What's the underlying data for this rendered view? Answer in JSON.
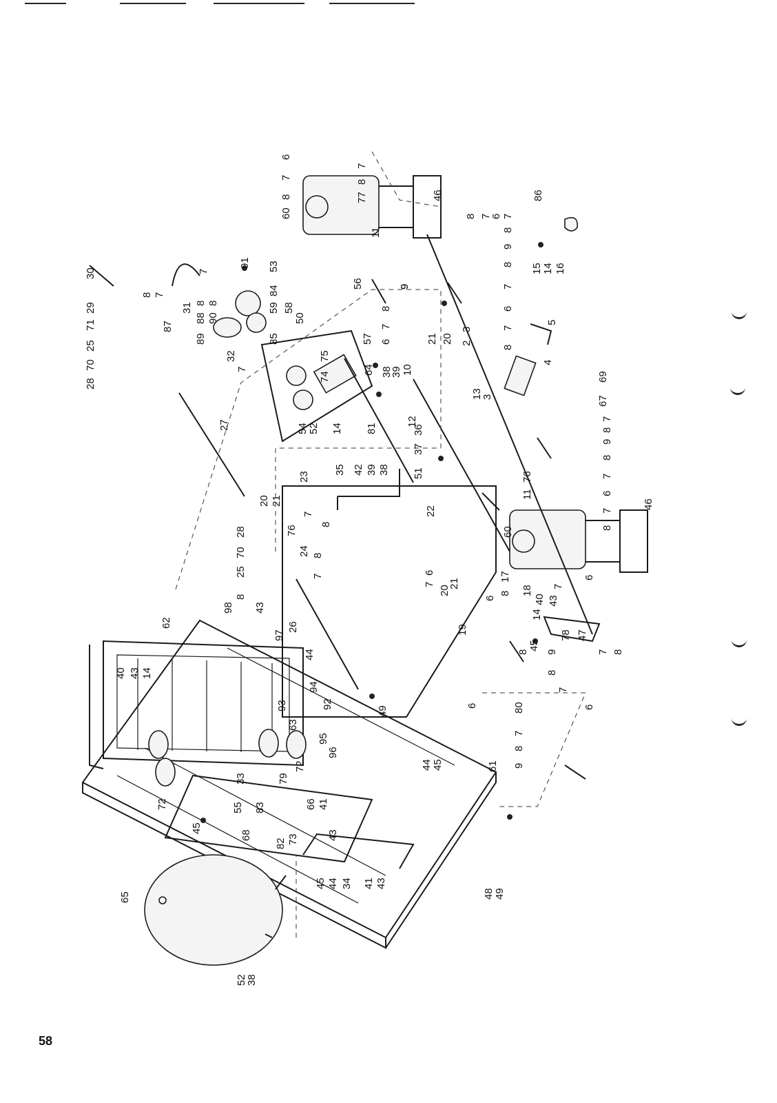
{
  "page": {
    "number": "58"
  },
  "diagram": {
    "labels": [
      "6",
      "7",
      "8",
      "7",
      "8",
      "77",
      "60",
      "46",
      "8",
      "7",
      "6",
      "7",
      "8",
      "9",
      "8",
      "7",
      "6",
      "7",
      "8",
      "3",
      "2",
      "4",
      "5",
      "69",
      "67",
      "7",
      "8",
      "9",
      "8",
      "7",
      "6",
      "7",
      "8",
      "46",
      "60",
      "11",
      "76",
      "9",
      "8",
      "7",
      "6",
      "21",
      "20",
      "10",
      "9",
      "56",
      "57",
      "50",
      "53",
      "84",
      "91",
      "59",
      "58",
      "85",
      "32",
      "89",
      "87",
      "88",
      "8",
      "8",
      "90",
      "31",
      "7",
      "8",
      "7",
      "30",
      "29",
      "71",
      "25",
      "70",
      "28",
      "27",
      "7",
      "75",
      "64",
      "74",
      "54",
      "52",
      "14",
      "81",
      "38",
      "39",
      "12",
      "13",
      "3",
      "36",
      "37",
      "51",
      "35",
      "42",
      "39",
      "38",
      "23",
      "20",
      "21",
      "7",
      "8",
      "76",
      "28",
      "70",
      "25",
      "8",
      "24",
      "8",
      "7",
      "22",
      "7",
      "6",
      "17",
      "8",
      "18",
      "20",
      "21",
      "19",
      "6",
      "14",
      "40",
      "43",
      "45",
      "47",
      "78",
      "7",
      "8",
      "6",
      "7",
      "9",
      "8",
      "7",
      "8",
      "80",
      "6",
      "7",
      "8",
      "9",
      "62",
      "98",
      "43",
      "97",
      "26",
      "44",
      "49",
      "94",
      "92",
      "93",
      "63",
      "95",
      "96",
      "72",
      "33",
      "79",
      "61",
      "44",
      "45",
      "48",
      "49",
      "72",
      "40",
      "43",
      "14",
      "45",
      "55",
      "83",
      "68",
      "82",
      "73",
      "66",
      "41",
      "43",
      "34",
      "41",
      "43",
      "44",
      "45",
      "65",
      "52",
      "38",
      "6",
      "16",
      "14",
      "15",
      "86",
      "11"
    ]
  }
}
